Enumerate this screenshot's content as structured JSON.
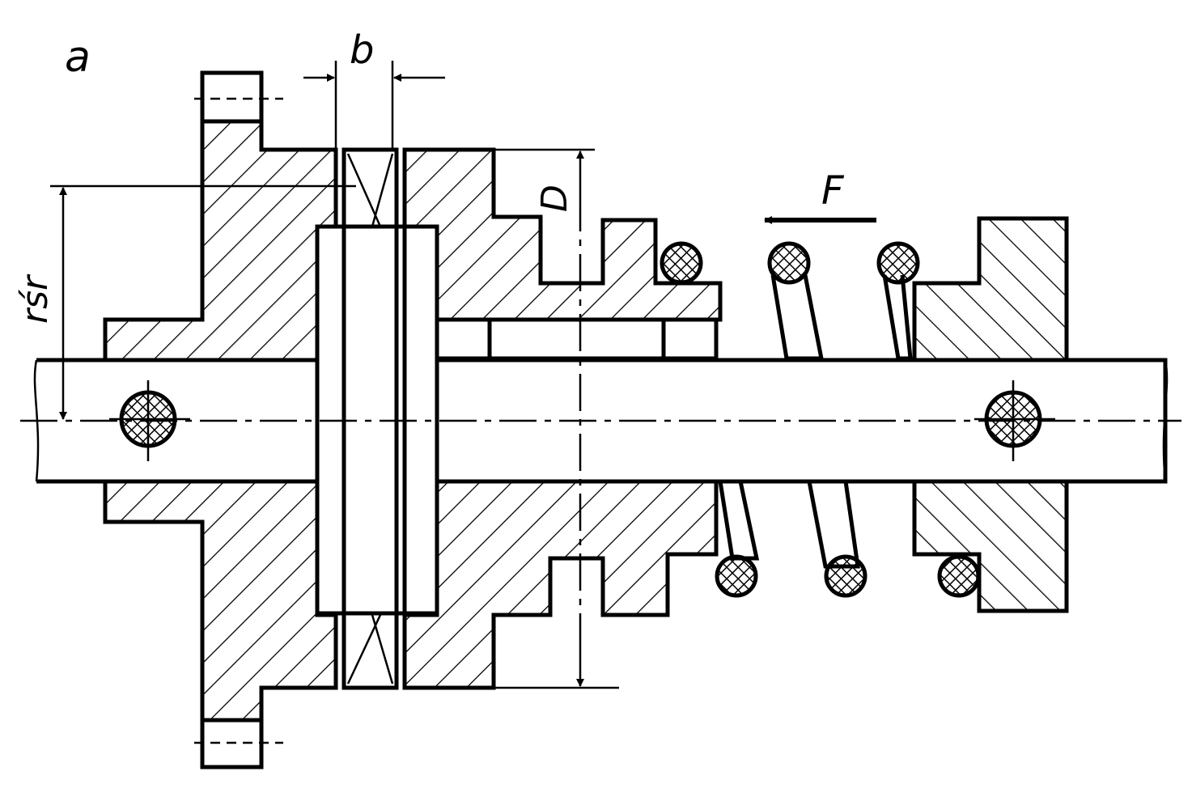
{
  "labels": {
    "view": "a",
    "width_dim": "b",
    "diameter_dim": "D",
    "radius_dim": "rśr",
    "force": "F"
  },
  "colors": {
    "ink": "#000000",
    "paper": "#ffffff"
  }
}
